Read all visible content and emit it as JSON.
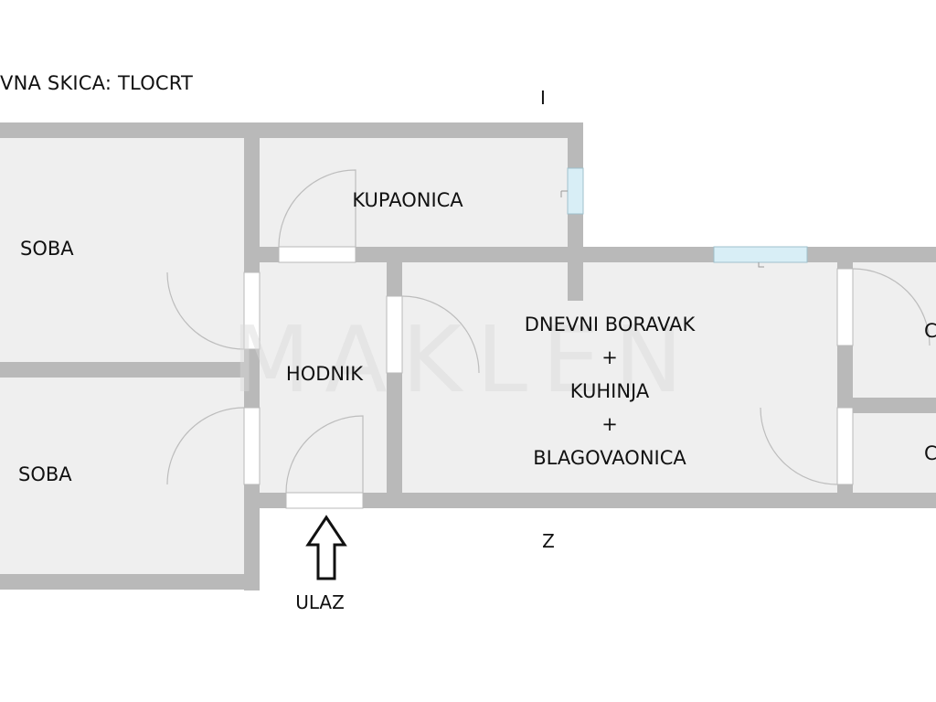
{
  "title": "VNA SKICA: TLOCRT",
  "orientation": {
    "north": "I",
    "south": "Z"
  },
  "watermark": "MAKLEN",
  "entrance_label": "ULAZ",
  "rooms": {
    "soba_top": "SOBA",
    "soba_bottom": "SOBA",
    "kupaonica": "KUPAONICA",
    "hodnik": "HODNIK",
    "living_line1": "DNEVNI BORAVAK",
    "living_plus1": "+",
    "living_line2": "KUHINJA",
    "living_plus2": "+",
    "living_line3": "BLAGOVAONICA",
    "right_top_partial": "C",
    "right_bottom_partial": "C"
  },
  "colors": {
    "wall": "#b9b9b9",
    "floor": "#efefef",
    "door": "#ffffff",
    "window": "#d8eef6",
    "watermark": "#d9d9d9"
  }
}
